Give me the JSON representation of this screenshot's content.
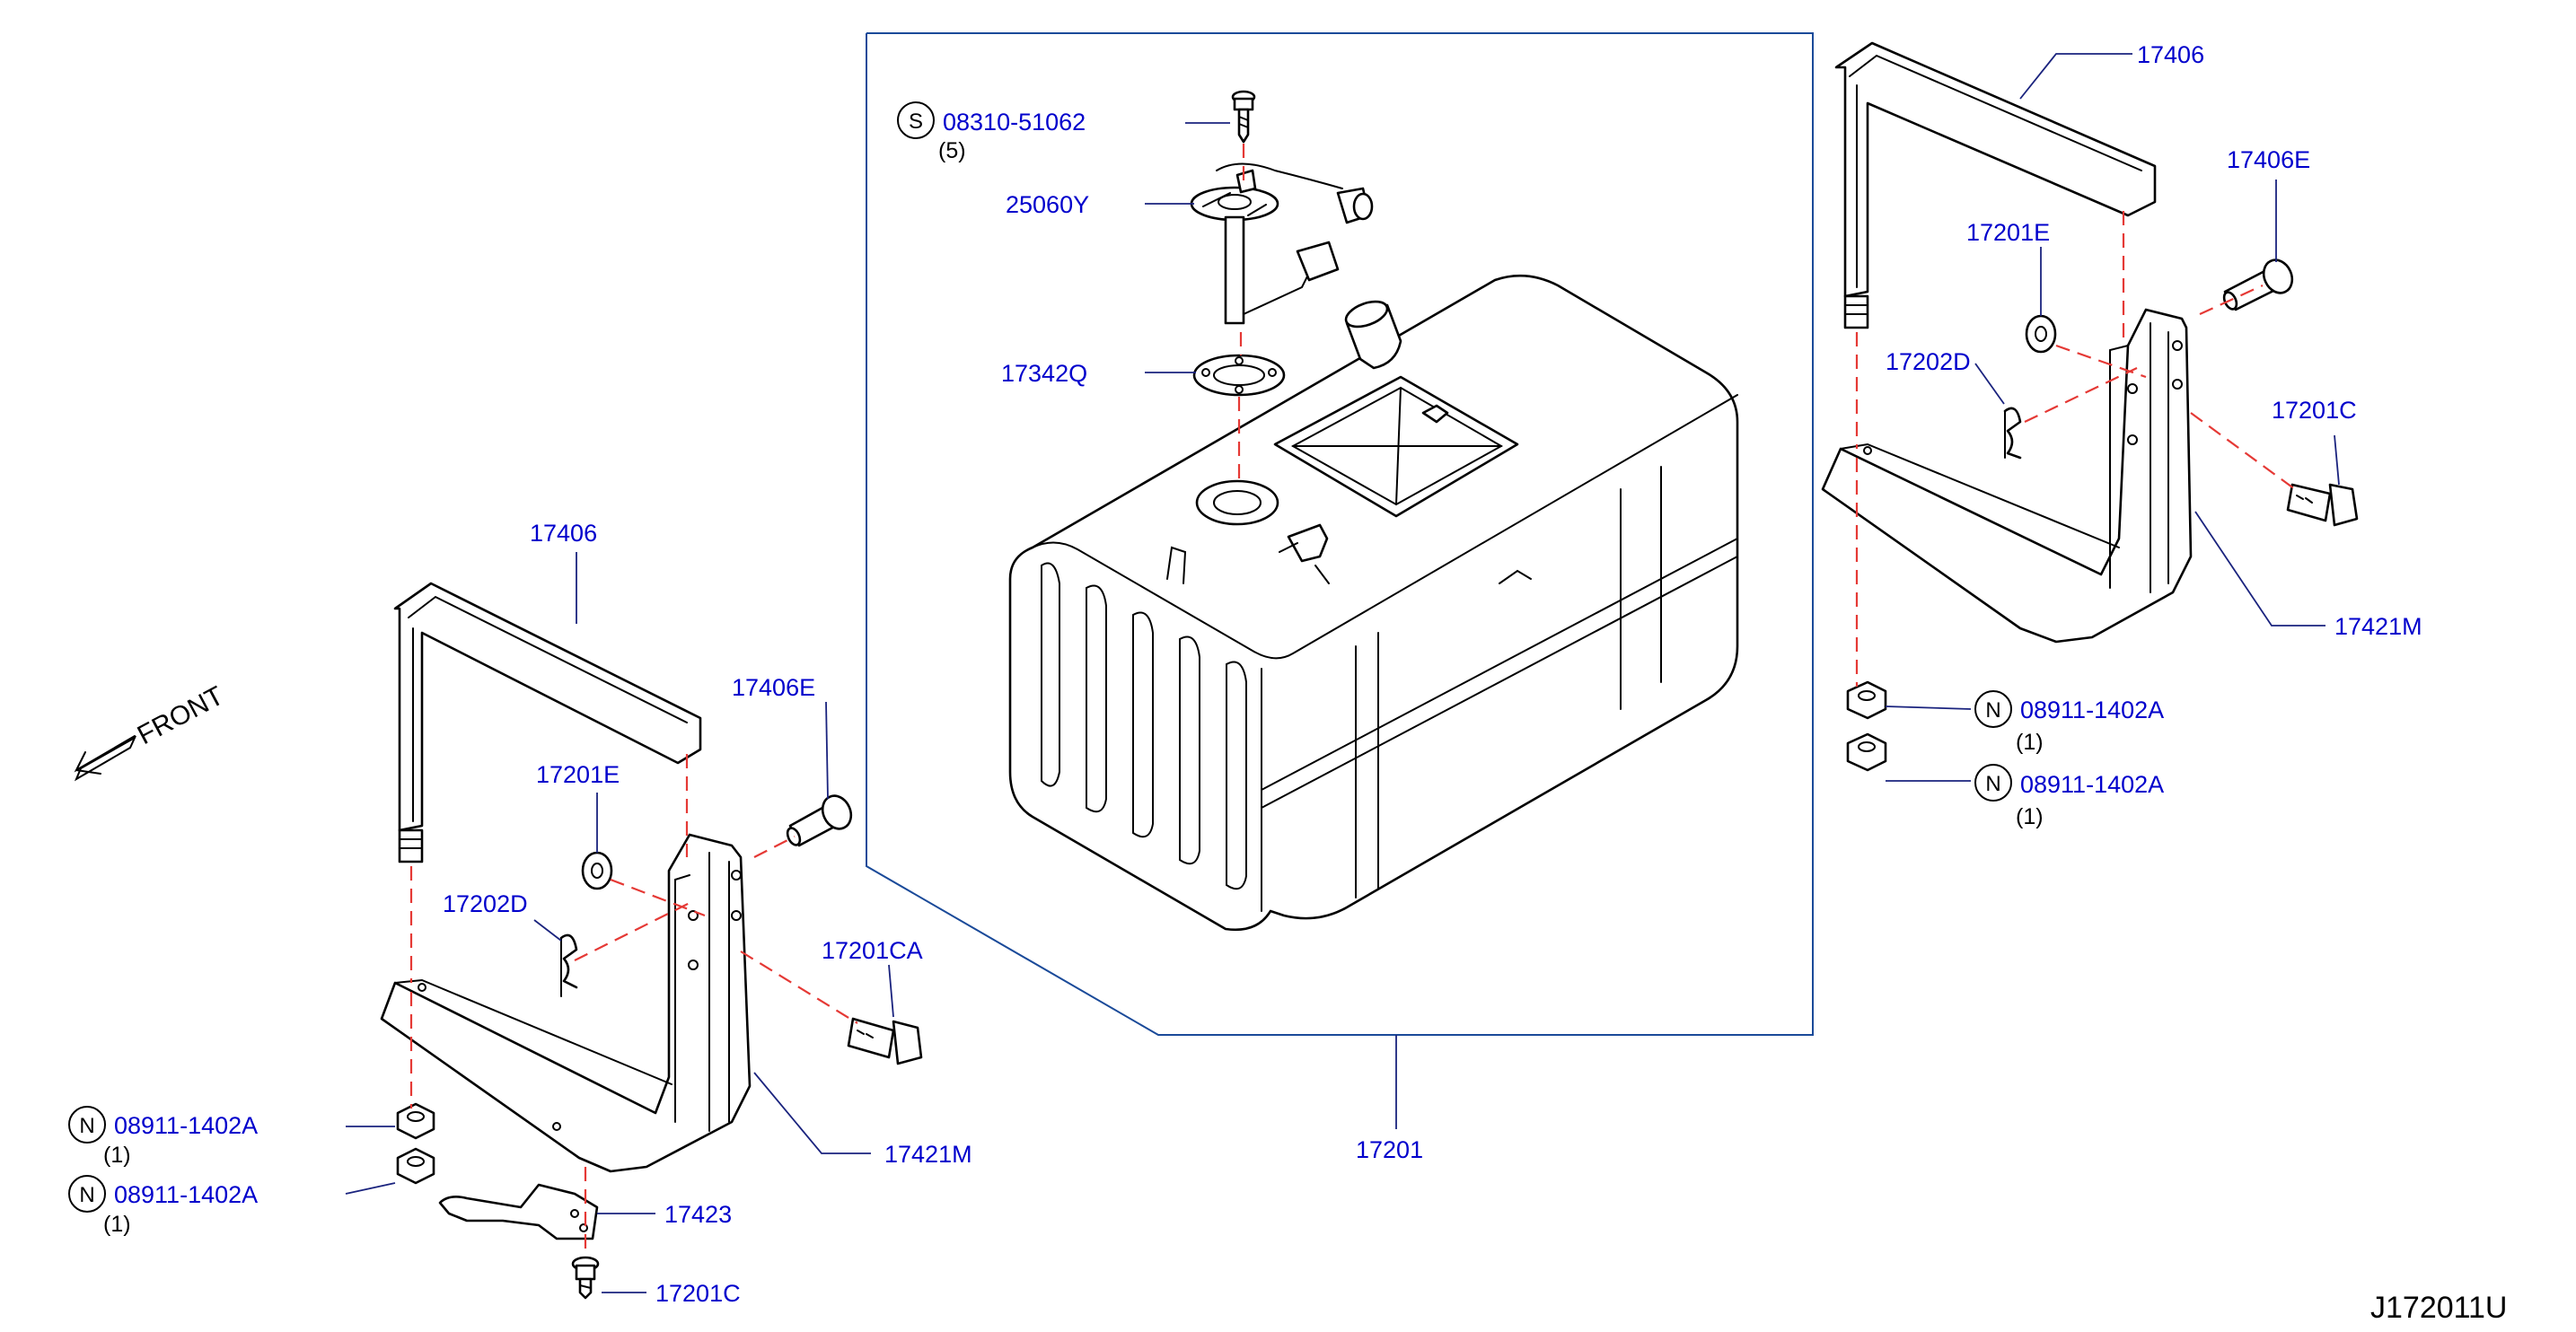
{
  "labels": {
    "screw_s": "08310-51062",
    "screw_s_qty": "(5)",
    "gauge_unit": "25060Y",
    "gasket": "17342Q",
    "band_right": "17406",
    "bolt_right_upper": "17406E",
    "clip_right": "17201E",
    "pin_right": "17202D",
    "bolt_right_lower": "17201C",
    "bracket_right": "17421M",
    "nut_right_top": "08911-1402A",
    "nut_right_top_qty": "(1)",
    "nut_right_bottom": "08911-1402A",
    "nut_right_bottom_qty": "(1)",
    "band_left": "17406",
    "bolt_left_upper": "17406E",
    "clip_left": "17201E",
    "pin_left": "17202D",
    "bolt_left_mid": "17201CA",
    "bracket_left": "17421M",
    "nut_left_top": "08911-1402A",
    "nut_left_top_qty": "(1)",
    "nut_left_bottom": "08911-1402A",
    "nut_left_bottom_qty": "(1)",
    "plate_left": "17423",
    "bolt_left_bottom": "17201C",
    "tank": "17201",
    "front": "FRONT",
    "diagram_code": "J172011U"
  },
  "symbols": {
    "screw": "S",
    "nut": "N"
  },
  "colors": {
    "label": "#0000cc",
    "leader": "#1a237e",
    "frame": "#1a4a99",
    "assembly_line": "#e53935",
    "drawing": "#000000"
  }
}
